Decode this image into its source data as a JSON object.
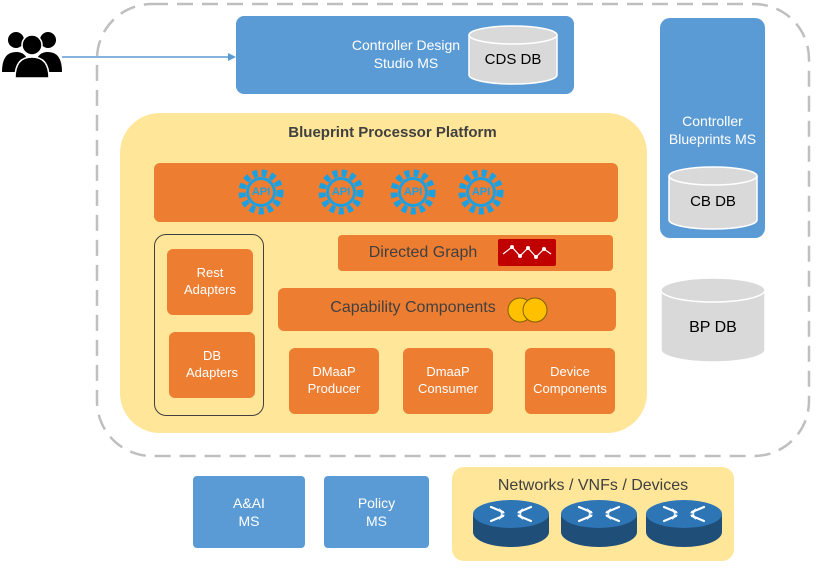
{
  "cds": {
    "label": "Controller Design\nStudio MS",
    "db": "CDS DB"
  },
  "blueprints_ms": {
    "label": "Controller\nBlueprints MS",
    "db": "CB DB"
  },
  "bp_db": "BP DB",
  "platform": {
    "title": "Blueprint Processor Platform",
    "api_label": "API",
    "directed_graph": "Directed Graph",
    "capability": "Capability Components",
    "rest_adapters": "Rest\nAdapters",
    "db_adapters": "DB\nAdapters",
    "dmaap_producer": "DMaaP\nProducer",
    "dmaap_consumer": "DmaaP\nConsumer",
    "device_components": "Device\nComponents"
  },
  "aai": "A&AI\nMS",
  "policy": "Policy\nMS",
  "networks": "Networks / VNFs / Devices",
  "colors": {
    "blue": "#5b9bd5",
    "orange": "#ed7d31",
    "yellow": "#ffe699",
    "gray": "#d9d9d9",
    "gear": "#1ba1e2"
  }
}
